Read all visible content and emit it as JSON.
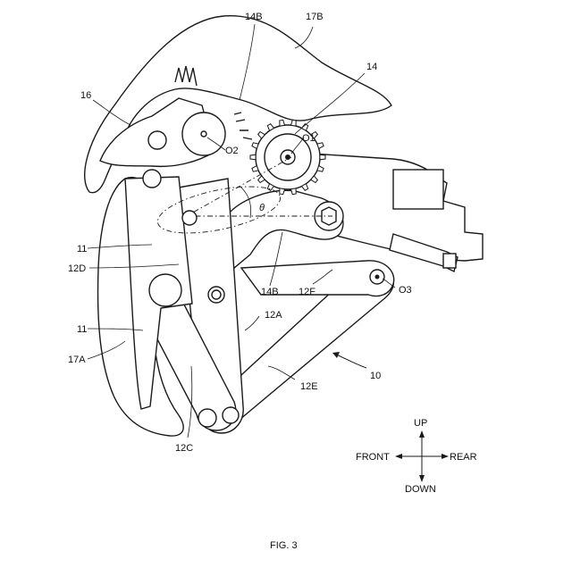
{
  "figure": {
    "caption": "FIG. 3",
    "reference_labels": {
      "l14B_top": "14B",
      "l17B": "17B",
      "l14": "14",
      "l16": "16",
      "lO1": "O1",
      "lO2": "O2",
      "ltheta": "θ",
      "l11_upper": "11",
      "l12D": "12D",
      "l11_lower": "11",
      "l17A": "17A",
      "l14B_mid": "14B",
      "l12F": "12F",
      "lO3": "O3",
      "l12A": "12A",
      "l10": "10",
      "l12E": "12E",
      "l12C": "12C"
    },
    "directions": {
      "up": "UP",
      "down": "DOWN",
      "front": "FRONT",
      "rear": "REAR"
    }
  }
}
